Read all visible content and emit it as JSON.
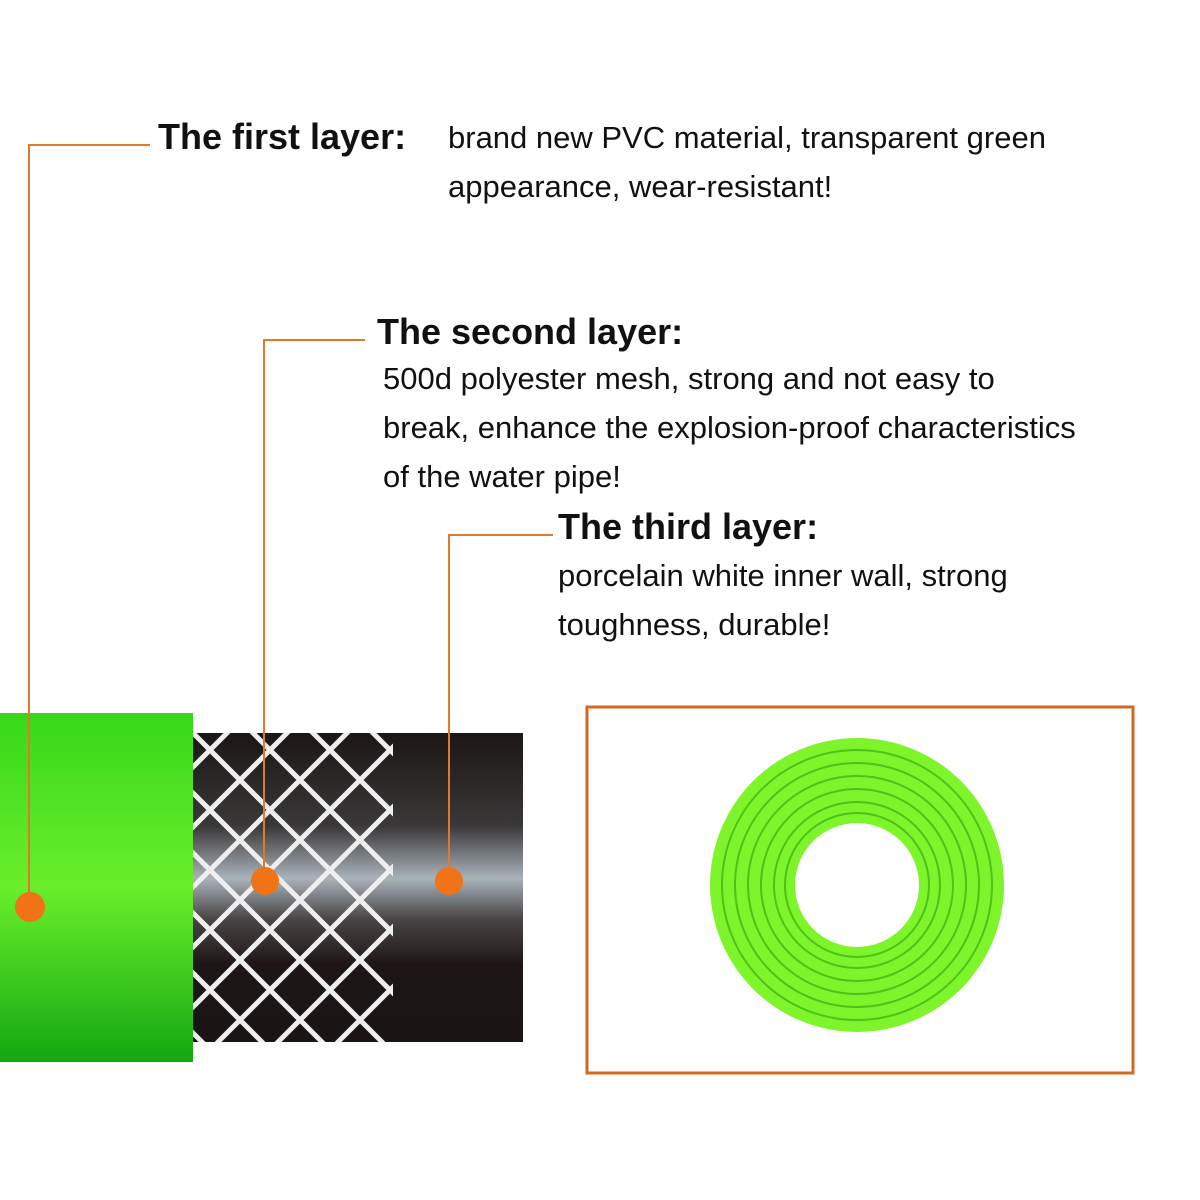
{
  "layers": [
    {
      "title": "The first layer:",
      "description": [
        "brand new PVC material, transparent green",
        "appearance, wear-resistant!"
      ]
    },
    {
      "title": "The second layer:",
      "description": [
        "500d polyester mesh, strong and not easy to",
        "break, enhance the explosion-proof characteristics",
        "of the water pipe!"
      ]
    },
    {
      "title": "The third layer:",
      "description": [
        "porcelain white inner wall, strong",
        "toughness, durable!"
      ]
    }
  ],
  "colors": {
    "accent": "#e07a2a",
    "dot": "#f07318",
    "hose_green": "#3fd61a",
    "ring_green": "#7ef52a",
    "hose_black": "#1c1616"
  }
}
